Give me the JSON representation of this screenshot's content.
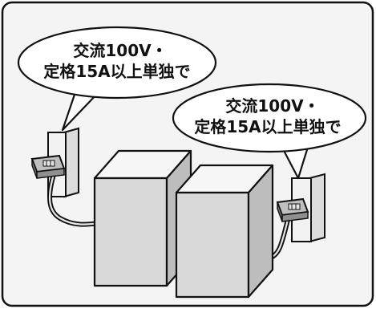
{
  "callouts": {
    "left": {
      "line1": "交流100V・",
      "line2": "定格15A以上単独で"
    },
    "right": {
      "line1": "交流100V・",
      "line2": "定格15A以上単独で"
    }
  },
  "colors": {
    "frame_fill": "#f4f4f4",
    "outline": "#111111",
    "box_light": "#f7f7f7",
    "box_mid": "#d9d9d9",
    "box_dark": "#bdbdbd",
    "outlet_plate": "#f2f2f2",
    "plug": "#8f8f8f"
  }
}
